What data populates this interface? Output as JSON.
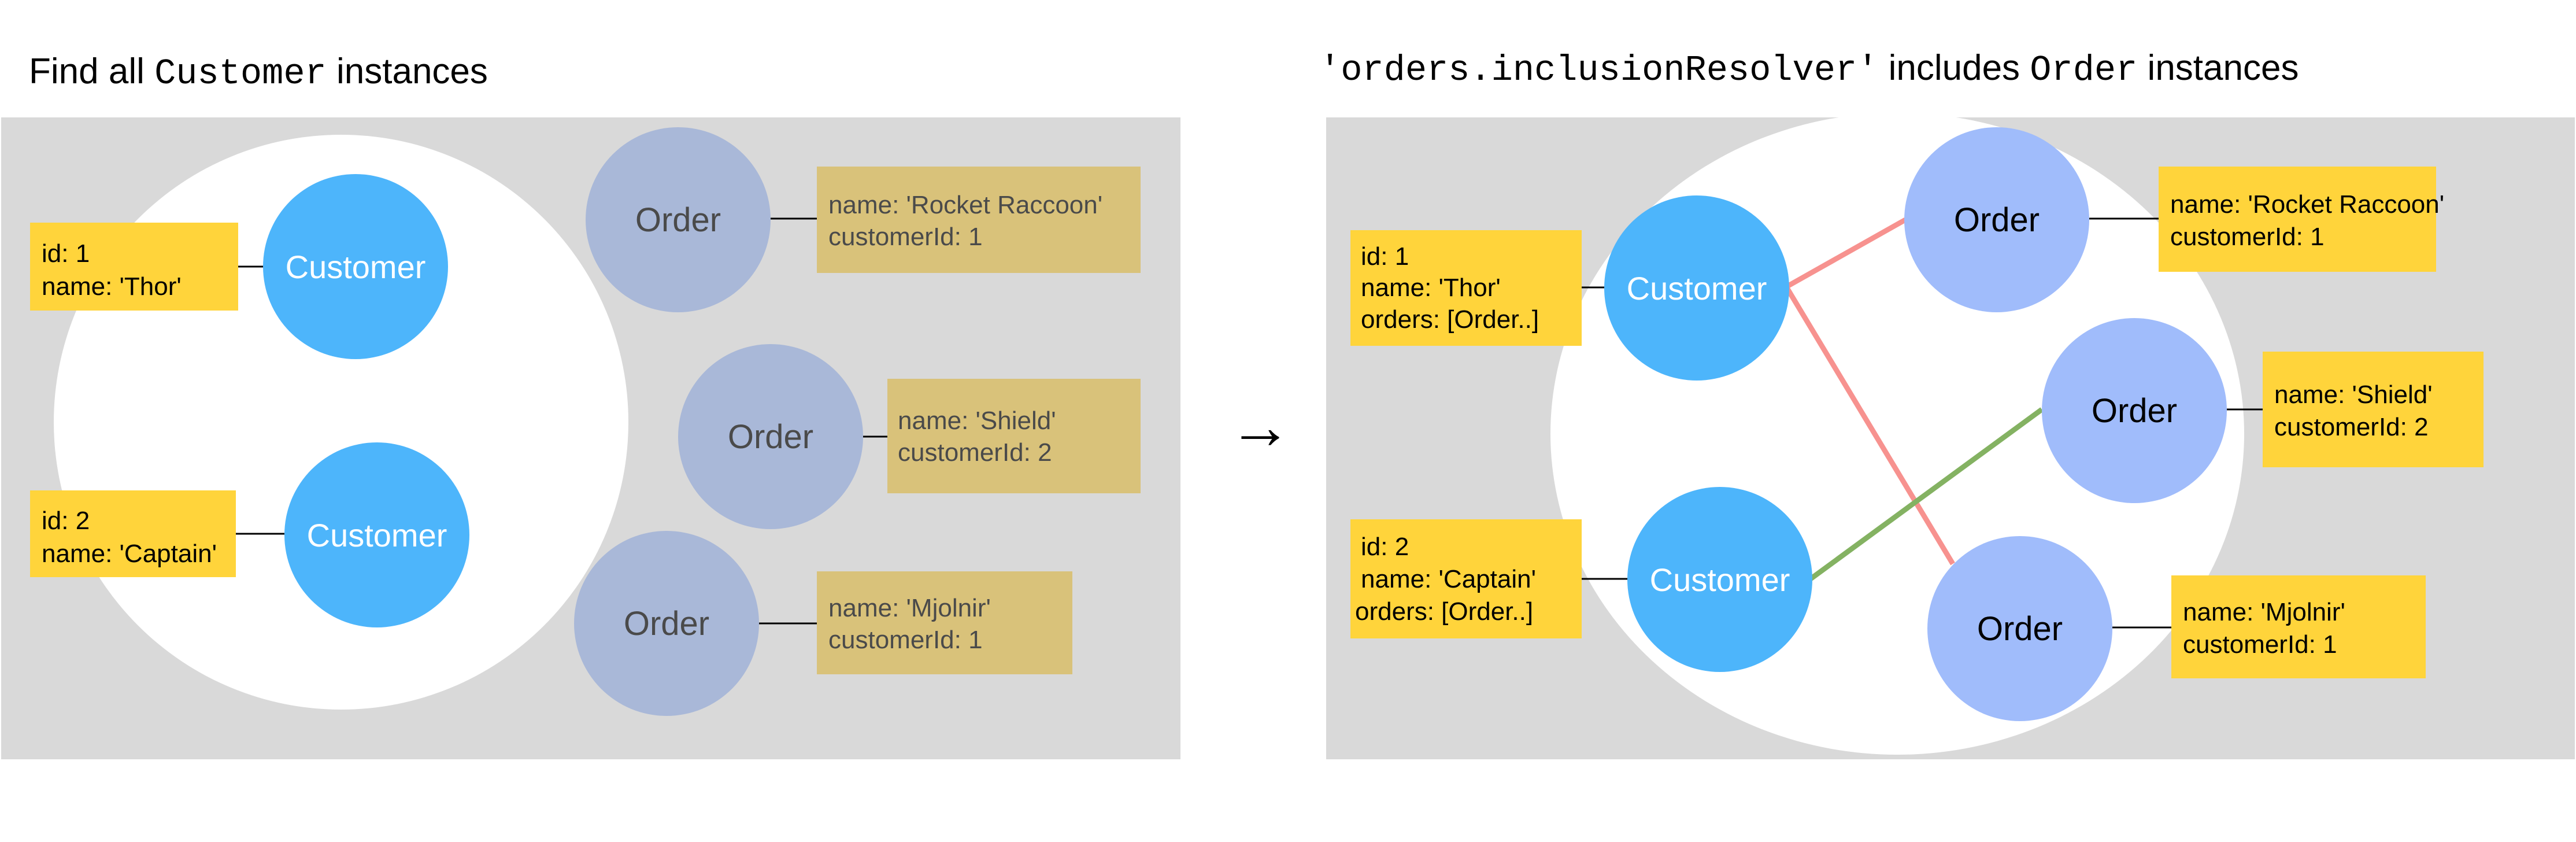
{
  "left_panel": {
    "title": {
      "prefix": "Find all ",
      "code": "Customer",
      "suffix": " instances"
    },
    "customers": [
      {
        "label": "Customer",
        "lines": [
          "id: 1",
          "name: 'Thor'"
        ]
      },
      {
        "label": "Customer",
        "lines": [
          "id: 2",
          "name: 'Captain'"
        ]
      }
    ],
    "orders": [
      {
        "label": "Order",
        "lines": [
          "name:  'Rocket Raccoon'",
          "customerId: 1"
        ]
      },
      {
        "label": "Order",
        "lines": [
          "name:  'Shield'",
          "customerId: 2"
        ]
      },
      {
        "label": "Order",
        "lines": [
          "name:  'Mjolnir'",
          "customerId: 1"
        ]
      }
    ]
  },
  "arrow": "→",
  "right_panel": {
    "title": {
      "code1": "'orders.inclusionResolver'",
      "middle": " includes ",
      "code2": "Order",
      "suffix": " instances"
    },
    "customers": [
      {
        "label": "Customer",
        "lines": [
          "id: 1",
          "name: 'Thor'",
          "orders: [Order..]"
        ]
      },
      {
        "label": "Customer",
        "lines": [
          "id: 2",
          " name: 'Captain'",
          "orders: [Order..]"
        ]
      }
    ],
    "orders": [
      {
        "label": "Order",
        "lines": [
          "name:  'Rocket Raccoon'",
          "customerId: 1"
        ]
      },
      {
        "label": "Order",
        "lines": [
          "name:  'Shield'",
          "customerId: 2"
        ]
      },
      {
        "label": "Order",
        "lines": [
          "name:  'Mjolnir'",
          "customerId: 1"
        ]
      }
    ]
  },
  "colors": {
    "panel_bg": "#d9d9d9",
    "selection_bg": "#ffffff",
    "customer": "#4db5fb",
    "order_dim": "#a9b8d8",
    "order_active": "#a0bcfb",
    "label_active": "#ffd43b",
    "label_dim": "#d9c27a",
    "link_customer1": "#f7928f",
    "link_customer2": "#84b262"
  }
}
